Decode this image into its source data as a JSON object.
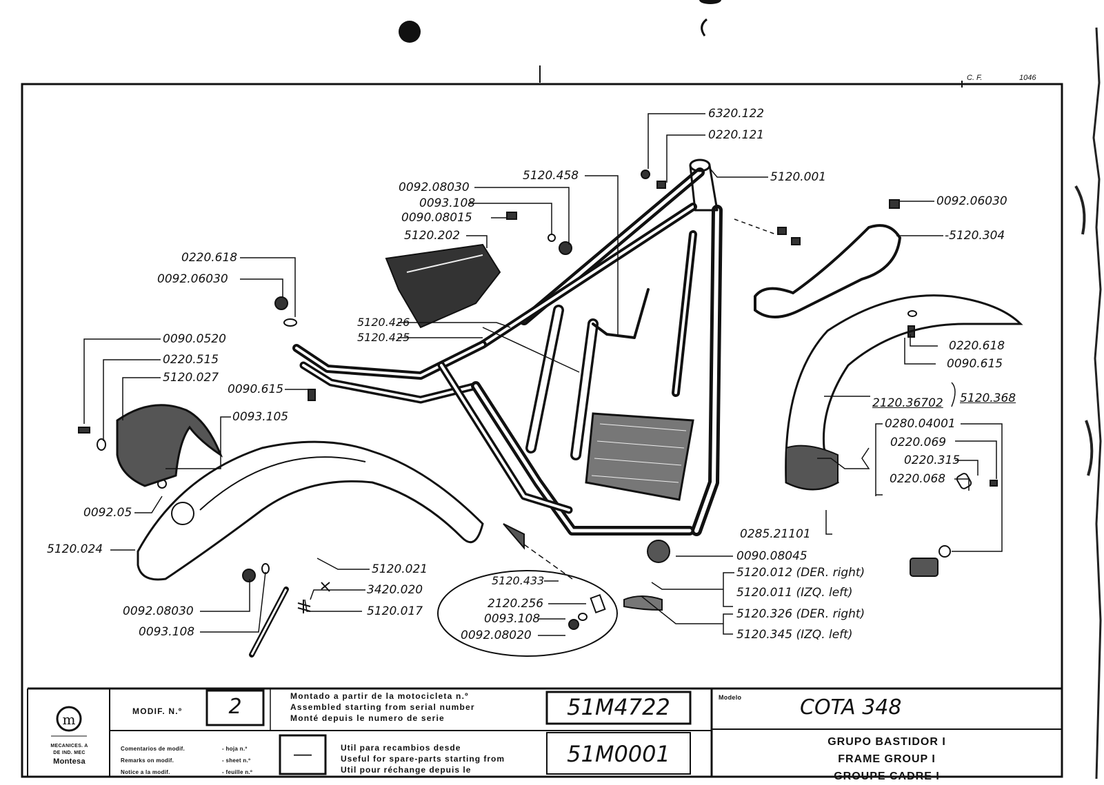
{
  "header": {
    "cf_label": "C. F.",
    "cf_number": "1046"
  },
  "part_numbers": [
    {
      "id": "p01",
      "text": "6320.122"
    },
    {
      "id": "p02",
      "text": "0220.121"
    },
    {
      "id": "p03",
      "text": "5120.001"
    },
    {
      "id": "p04",
      "text": "5120.458"
    },
    {
      "id": "p05",
      "text": "0092.08030"
    },
    {
      "id": "p06",
      "text": "0093.108"
    },
    {
      "id": "p07",
      "text": "0090.08015"
    },
    {
      "id": "p08",
      "text": "5120.202"
    },
    {
      "id": "p09",
      "text": "0092.06030"
    },
    {
      "id": "p10",
      "text": "-5120.304"
    },
    {
      "id": "p11",
      "text": "0220.618"
    },
    {
      "id": "p12",
      "text": "0092.06030"
    },
    {
      "id": "p13",
      "text": "5120.426"
    },
    {
      "id": "p14",
      "text": "5120.425"
    },
    {
      "id": "p15",
      "text": "0220.618"
    },
    {
      "id": "p16",
      "text": "0090.615"
    },
    {
      "id": "p17",
      "text": "0090.0520"
    },
    {
      "id": "p18",
      "text": "0220.515"
    },
    {
      "id": "p19",
      "text": "5120.027"
    },
    {
      "id": "p20",
      "text": "0090.615"
    },
    {
      "id": "p21",
      "text": "2120.36702"
    },
    {
      "id": "p22",
      "text": "5120.368"
    },
    {
      "id": "p23",
      "text": "0093.105"
    },
    {
      "id": "p24",
      "text": "0280.04001"
    },
    {
      "id": "p25",
      "text": "0220.069"
    },
    {
      "id": "p26",
      "text": "0220.315"
    },
    {
      "id": "p27",
      "text": "0220.068"
    },
    {
      "id": "p28",
      "text": "0092.05"
    },
    {
      "id": "p29",
      "text": "0285.21101"
    },
    {
      "id": "p30",
      "text": "5120.024"
    },
    {
      "id": "p31",
      "text": "0090.08045"
    },
    {
      "id": "p32",
      "text": "5120.021"
    },
    {
      "id": "p33",
      "text": "5120.012 (DER. right)"
    },
    {
      "id": "p34",
      "text": "5120.433"
    },
    {
      "id": "p35",
      "text": "3420.020"
    },
    {
      "id": "p36",
      "text": "5120.011 (IZQ. left)"
    },
    {
      "id": "p37",
      "text": "2120.256"
    },
    {
      "id": "p38",
      "text": "5120.017"
    },
    {
      "id": "p39",
      "text": "0092.08030"
    },
    {
      "id": "p40",
      "text": "0093.108"
    },
    {
      "id": "p41",
      "text": "5120.326 (DER. right)"
    },
    {
      "id": "p42",
      "text": "0093.108"
    },
    {
      "id": "p43",
      "text": "0092.08020"
    },
    {
      "id": "p44",
      "text": "5120.345 (IZQ. left)"
    }
  ],
  "title_block": {
    "company_lines": [
      "MECANICES. A",
      "DE IND. MEC",
      "Montesa"
    ],
    "modif_label": "MODIF. N.º",
    "modif_number": "2",
    "assembled_lines": [
      "Montado a partir de la motocicleta n.º",
      "Assembled starting from serial number",
      "Monté depuis le numero de serie"
    ],
    "serial_from": "51M4722",
    "modelo_label": "Modelo",
    "model": "COTA 348",
    "comments_lines": [
      "Comentarios de modif.",
      "Remarks on modif.",
      "Notice a la modif."
    ],
    "sheet_lines": [
      "- hoja n.º",
      "- sheet n.º",
      "- feuille n.º"
    ],
    "sheet_value": "—",
    "spares_lines": [
      "Util para recambios desde",
      "Useful for spare-parts starting from",
      "Util pour réchange depuis le"
    ],
    "spares_from": "51M0001",
    "group_lines": [
      "GRUPO BASTIDOR I",
      "FRAME GROUP I",
      "GROUPE CADRE I"
    ]
  }
}
